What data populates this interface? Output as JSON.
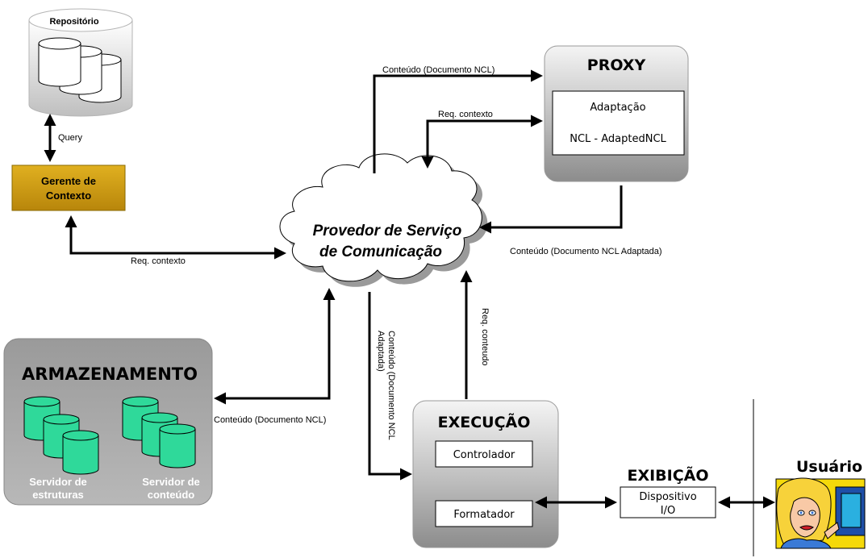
{
  "repository": {
    "label": "Repositório"
  },
  "query_label": "Query",
  "context_manager": {
    "line1": "Gerente de",
    "line2": "Contexto"
  },
  "cloud": {
    "line1": "Provedor de Serviço",
    "line2": "de Comunicação"
  },
  "proxy": {
    "title": "PROXY",
    "adaptation": "Adaptação",
    "mapping": "NCL - AdaptedNCL"
  },
  "edges": {
    "cloud_to_proxy": "Conteúdo (Documento NCL)",
    "proxy_req": "Req. contexto",
    "proxy_return": "Conteúdo (Documento NCL Adaptada)",
    "context_req": "Req. contexto",
    "storage_content": "Conteúdo (Documento NCL)",
    "exec_content_lines": [
      "Conteúdo (Documento NCL",
      "Adaptada)"
    ],
    "exec_req": "Req. conteudo"
  },
  "storage": {
    "title": "ARMAZENAMENTO",
    "server1_line1": "Servidor de",
    "server1_line2": "estruturas",
    "server2_line1": "Servidor de",
    "server2_line2": "conteúdo"
  },
  "execution": {
    "title": "EXECUÇÃO",
    "controller": "Controlador",
    "formatter": "Formatador"
  },
  "display": {
    "title": "EXIBIÇÃO",
    "device_line1": "Dispositivo",
    "device_line2": "I/O"
  },
  "user": {
    "title": "Usuário"
  },
  "colors": {
    "context_manager_fill": "#d4a017",
    "cylinder_green": "#2fd99a",
    "box_gray": "#a8a8a8"
  }
}
